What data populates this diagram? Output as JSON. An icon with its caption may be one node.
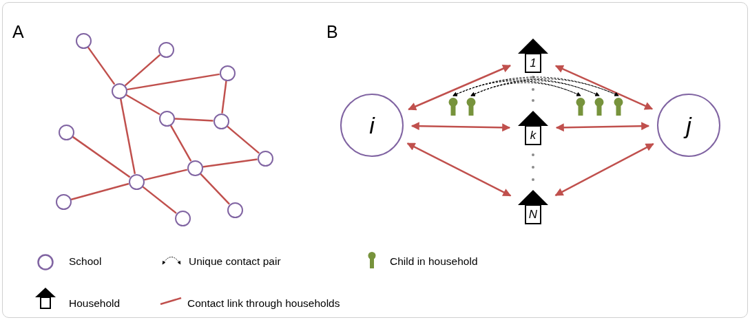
{
  "diagram": {
    "nodes": [
      {
        "text": [],
        "shape": "circle"
      },
      {
        "text": [],
        "shape": "circle"
      },
      {
        "text": [],
        "shape": "circle"
      },
      {
        "text": [],
        "shape": "circle"
      },
      {
        "text": [],
        "shape": "circle"
      },
      {
        "text": [],
        "shape": "circle"
      },
      {
        "text": [],
        "shape": "circle"
      },
      {
        "text": [],
        "shape": "circle"
      },
      {
        "text": [],
        "shape": "circle"
      },
      {
        "text": [],
        "shape": "circle"
      },
      {
        "text": [],
        "shape": "circle"
      },
      {
        "text": [],
        "shape": "circle"
      },
      {
        "text": [],
        "shape": "circle"
      },
      {
        "text": [
          "1"
        ]
      },
      {
        "text": [],
        "shape": "person"
      },
      {
        "text": [],
        "shape": "person"
      },
      {
        "text": [],
        "shape": "person"
      },
      {
        "text": [],
        "shape": "person"
      },
      {
        "text": [],
        "shape": "person"
      },
      {
        "text": [
          "i"
        ]
      },
      {
        "text": [
          "k"
        ]
      },
      {
        "text": [
          "j"
        ]
      },
      {
        "text": [
          "N"
        ]
      }
    ],
    "edges": [
      {
        "from": 0,
        "to": 3,
        "arrow": "none"
      },
      {
        "from": 1,
        "to": 3,
        "arrow": "none"
      },
      {
        "from": 3,
        "to": 2,
        "arrow": "none"
      },
      {
        "from": 2,
        "to": 5,
        "arrow": "none"
      },
      {
        "from": 3,
        "to": 4,
        "arrow": "none"
      },
      {
        "from": 3,
        "to": 9,
        "arrow": "none"
      },
      {
        "from": 4,
        "to": 5,
        "arrow": "none"
      },
      {
        "from": 4,
        "to": 8,
        "arrow": "none"
      },
      {
        "from": 5,
        "to": 7,
        "arrow": "none"
      },
      {
        "from": 6,
        "to": 9,
        "arrow": "none"
      },
      {
        "from": 8,
        "to": 7,
        "arrow": "none"
      },
      {
        "from": 9,
        "to": 8,
        "arrow": "none"
      },
      {
        "from": 8,
        "to": 11,
        "arrow": "none"
      },
      {
        "from": 10,
        "to": 9,
        "arrow": "none"
      },
      {
        "from": 9,
        "to": 12,
        "arrow": "none"
      },
      {
        "from": 19,
        "to": 13,
        "arrow": "both"
      },
      {
        "from": 19,
        "to": 20,
        "arrow": "both"
      },
      {
        "from": 19,
        "to": 22,
        "arrow": "both"
      },
      {
        "from": 21,
        "to": 13,
        "arrow": "both"
      },
      {
        "from": 21,
        "to": 20,
        "arrow": "both"
      },
      {
        "from": 21,
        "to": 22,
        "arrow": "both"
      },
      {
        "from": 14,
        "to": 16,
        "arrow": "both",
        "style": "dashed",
        "color": "#000000"
      },
      {
        "from": 14,
        "to": 17,
        "arrow": "both",
        "style": "dashed",
        "color": "#000000"
      },
      {
        "from": 14,
        "to": 18,
        "arrow": "both",
        "style": "dashed",
        "color": "#000000"
      },
      {
        "from": 15,
        "to": 16,
        "arrow": "both",
        "style": "dashed",
        "color": "#000000"
      },
      {
        "from": 15,
        "to": 17,
        "arrow": "both",
        "style": "dashed",
        "color": "#000000"
      },
      {
        "from": 15,
        "to": 18,
        "arrow": "both",
        "style": "dashed",
        "color": "#000000"
      }
    ],
    "labels": [
      "A",
      "B"
    ],
    "legend": [
      {
        "text": "School"
      },
      {
        "text": "Unique contact pair"
      },
      {
        "text": "Child in household"
      },
      {
        "text": "Household"
      },
      {
        "text": "Contact link through households"
      }
    ]
  }
}
